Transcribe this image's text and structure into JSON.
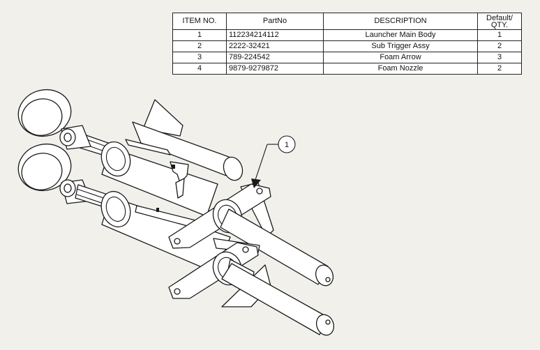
{
  "bom": {
    "headers": {
      "item": "ITEM NO.",
      "part": "PartNo",
      "desc": "DESCRIPTION",
      "qty_line1": "Default/",
      "qty_line2": "QTY."
    },
    "rows": [
      {
        "item": "1",
        "part": "112234214112",
        "desc": "Launcher Main Body",
        "qty": "1"
      },
      {
        "item": "2",
        "part": "2222-32421",
        "desc": "Sub Trigger Assy",
        "qty": "2"
      },
      {
        "item": "3",
        "part": "789-224542",
        "desc": "Foam Arrow",
        "qty": "3"
      },
      {
        "item": "4",
        "part": "9879-9279872",
        "desc": "Foam Nozzle",
        "qty": "2"
      }
    ]
  },
  "balloon": {
    "label": "1"
  }
}
